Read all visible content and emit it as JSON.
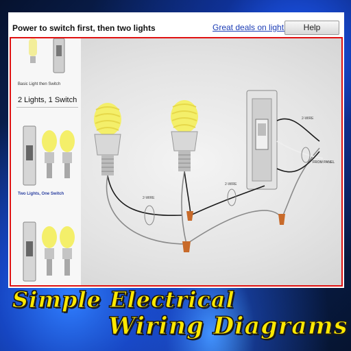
{
  "header": {
    "title": "Power to switch first, then two lights",
    "deal_link": "Great deals on lighting!",
    "help_label": "Help"
  },
  "sidebar": {
    "caption_1": "Basic Light then Switch",
    "heading": "2 Lights, 1 Switch",
    "caption_2": "Two Lights, One Switch"
  },
  "diagram": {
    "wire_label": "2-WIRE",
    "panel_label": "FROM PANEL"
  },
  "banner": {
    "line1": "Simple Electrical",
    "line2": "Wiring Diagrams"
  },
  "colors": {
    "title_fill": "#ffe800",
    "screen_border": "#e01010",
    "link": "#1a3bb5",
    "bulb_glow": "#f4ef6a"
  }
}
